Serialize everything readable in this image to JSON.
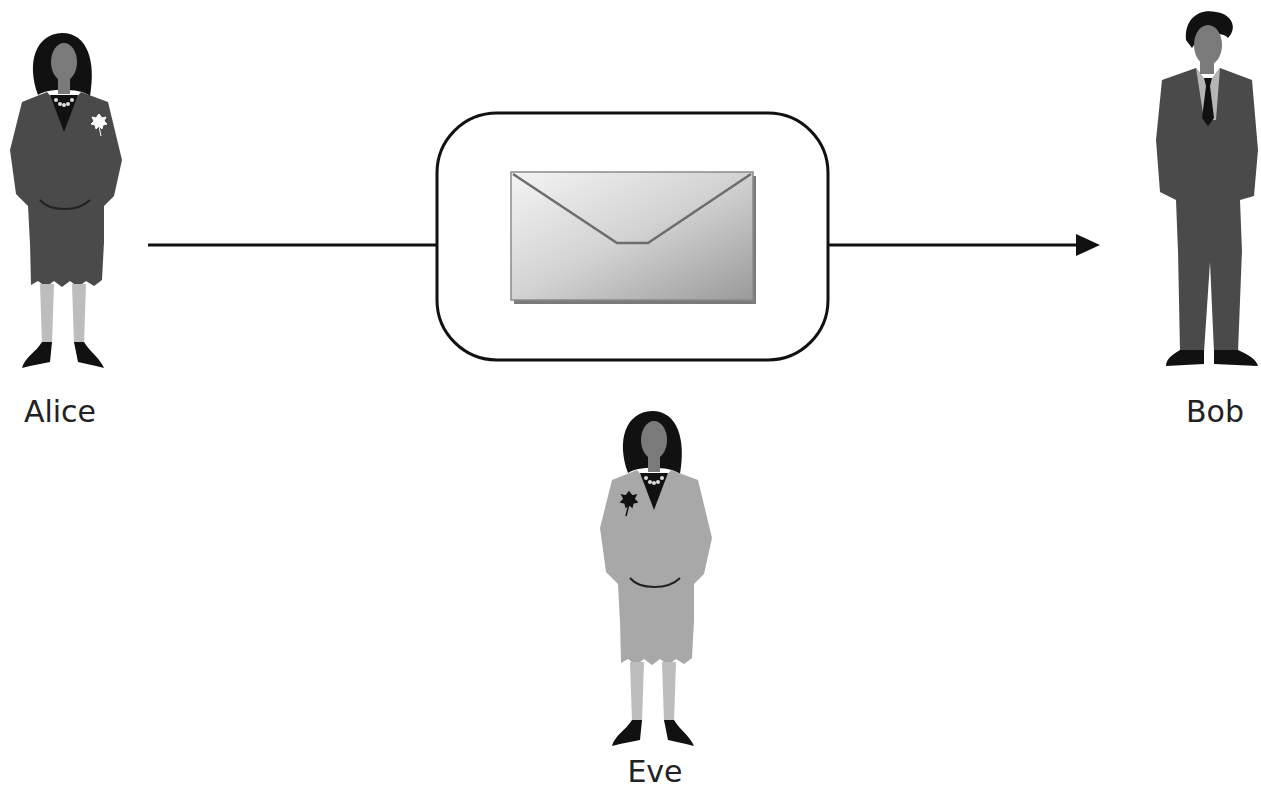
{
  "diagram": {
    "nodes": [
      {
        "text": [
          "Alice"
        ]
      },
      {
        "text": [
          "Bob"
        ]
      },
      {
        "text": [
          "Eve"
        ]
      }
    ],
    "edges": [
      {
        "from": 0,
        "to": 1,
        "arrow": "to"
      }
    ]
  }
}
